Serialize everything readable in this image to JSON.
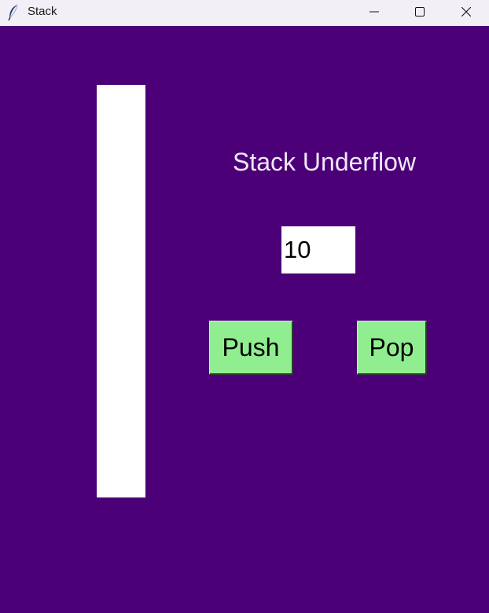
{
  "window": {
    "title": "Stack",
    "background": "#4b0078"
  },
  "titlebar": {
    "icon": "feather-icon",
    "controls": [
      "minimize-icon",
      "maximize-icon",
      "close-icon"
    ]
  },
  "stack": {
    "items": []
  },
  "status": {
    "text": "Stack Underflow"
  },
  "entry": {
    "value": "10"
  },
  "buttons": {
    "push_label": "Push",
    "pop_label": "Pop",
    "color": "#90ee90"
  }
}
